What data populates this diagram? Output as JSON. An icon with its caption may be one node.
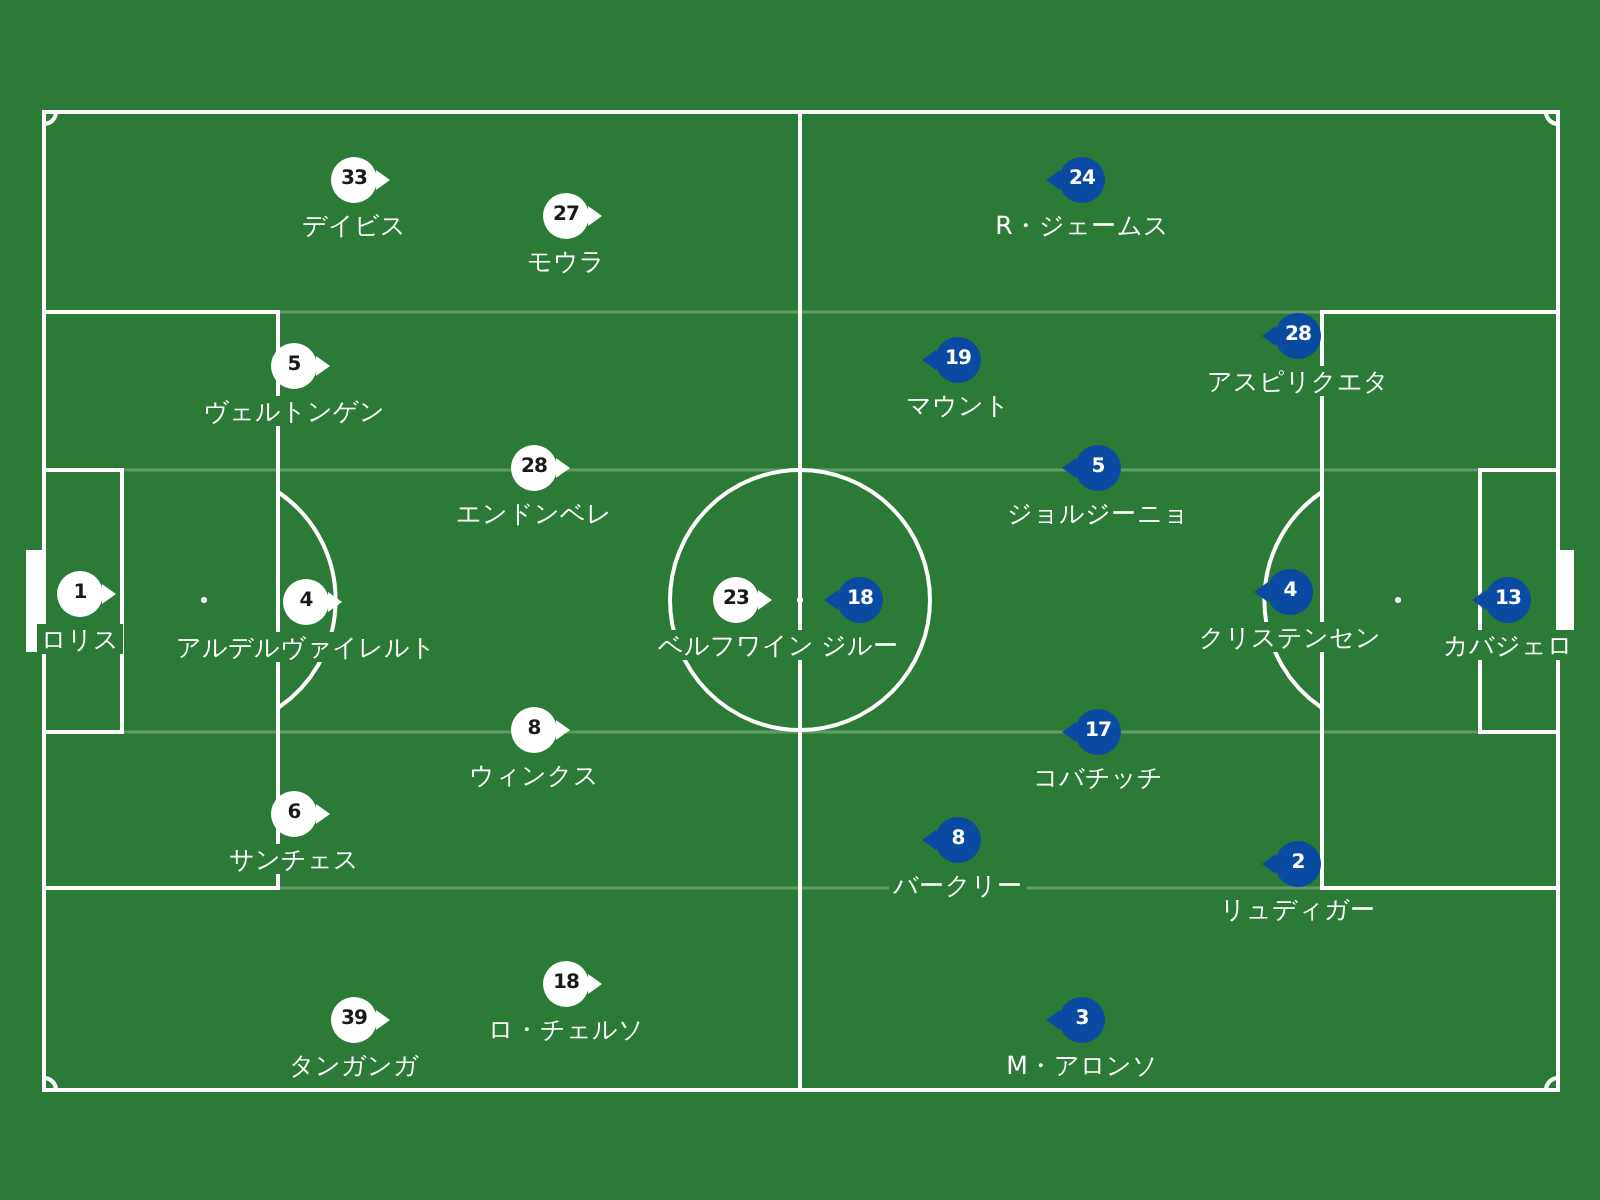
{
  "diagram": {
    "nodes": [
      {
        "text": [
          "1"
        ],
        "beside": [
          "ロリス"
        ]
      },
      {
        "text": [
          "4"
        ],
        "beside": [
          "アルデルヴァイレルト"
        ]
      },
      {
        "text": [
          "5"
        ],
        "beside": [
          "ヴェルトンゲン"
        ]
      },
      {
        "text": [
          "6"
        ],
        "beside": [
          "サンチェス"
        ]
      },
      {
        "text": [
          "33"
        ],
        "beside": [
          "デイビス"
        ]
      },
      {
        "text": [
          "39"
        ],
        "beside": [
          "タンガンガ"
        ]
      },
      {
        "text": [
          "28"
        ],
        "beside": [
          "エンドンベレ"
        ]
      },
      {
        "text": [
          "8"
        ],
        "beside": [
          "ウィンクス"
        ]
      },
      {
        "text": [
          "27"
        ],
        "beside": [
          "モウラ"
        ]
      },
      {
        "text": [
          "18"
        ],
        "beside": [
          "ロ・チェルソ"
        ]
      },
      {
        "text": [
          "23"
        ],
        "beside": [
          "ベルフワイン"
        ]
      },
      {
        "text": [
          "18"
        ],
        "beside": [
          "ジルー"
        ]
      },
      {
        "text": [
          "24"
        ],
        "beside": [
          "R・ジェームス"
        ]
      },
      {
        "text": [
          "19"
        ],
        "beside": [
          "マウント"
        ]
      },
      {
        "text": [
          "5"
        ],
        "beside": [
          "ジョルジーニョ"
        ]
      },
      {
        "text": [
          "17"
        ],
        "beside": [
          "コバチッチ"
        ]
      },
      {
        "text": [
          "8"
        ],
        "beside": [
          "バークリー"
        ]
      },
      {
        "text": [
          "3"
        ],
        "beside": [
          "M・アロンソ"
        ]
      },
      {
        "text": [
          "28"
        ],
        "beside": [
          "アスピリクエタ"
        ]
      },
      {
        "text": [
          "4"
        ],
        "beside": [
          "クリステンセン"
        ]
      },
      {
        "text": [
          "2"
        ],
        "beside": [
          "リュディガー"
        ]
      },
      {
        "text": [
          "13"
        ],
        "beside": [
          "カバジェロ"
        ]
      }
    ]
  }
}
